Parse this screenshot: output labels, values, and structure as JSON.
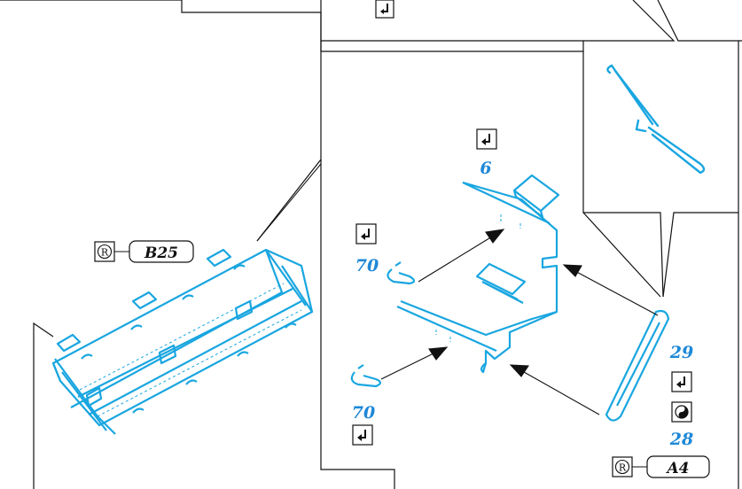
{
  "callouts": {
    "tray_part": {
      "number": "B25",
      "badge": "R"
    },
    "rod_part": {
      "number": "A4",
      "badge": "R"
    }
  },
  "labels": {
    "bracket_qty": "6",
    "handle_upper_qty": "70",
    "handle_lower_qty": "70",
    "rod_top_qty": "29",
    "rod_bottom_qty": "28"
  },
  "icons": [
    "return-arrow-icon",
    "yin-yang-icon",
    "registered-circle-icon"
  ],
  "colors": {
    "part_line": "#19a6e0",
    "label_blue": "#1e88d8",
    "outline": "#111111",
    "background": "#ffffff"
  }
}
